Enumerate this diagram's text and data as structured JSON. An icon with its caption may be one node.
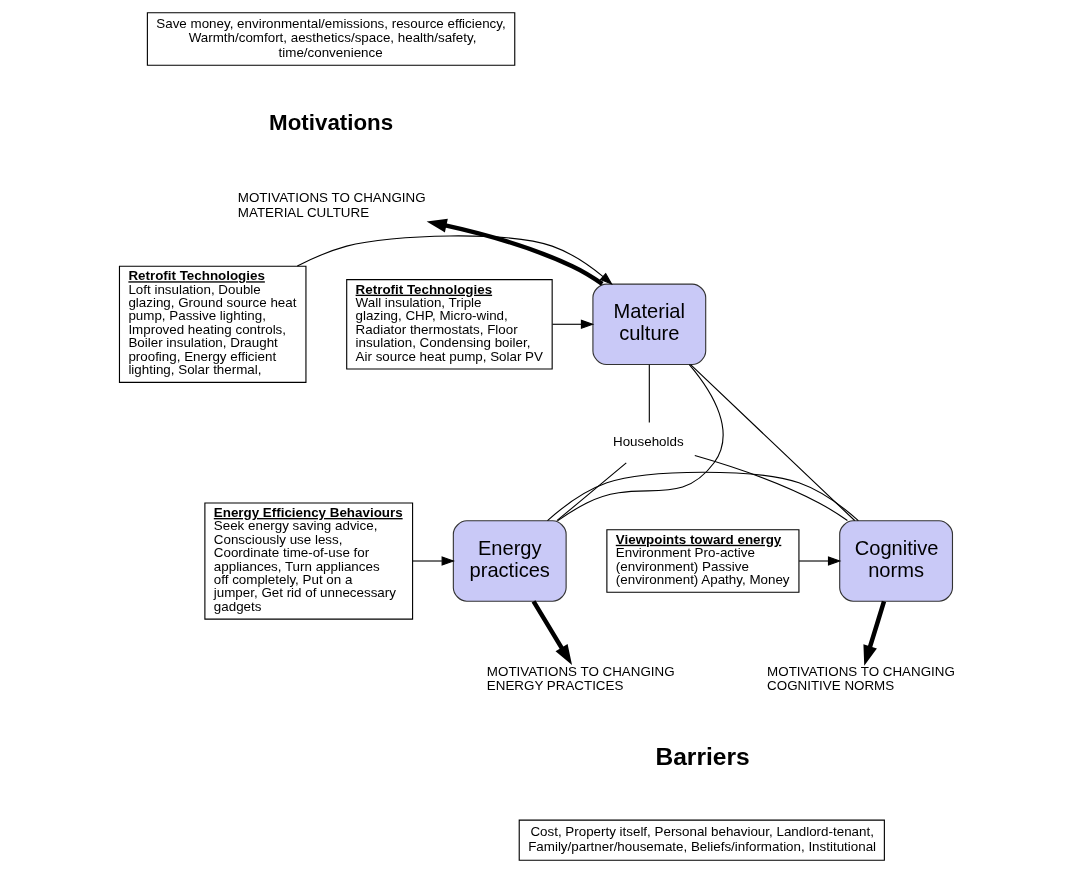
{
  "diagram": {
    "nodes": [
      {
        "text": [
          "Save money, environmental/emissions, resource efficiency, Warmth/comfort, aesthetics/space, health/safety, time/convenience"
        ]
      },
      {
        "text": [
          "Retrofit Technologies",
          "Wall insulation, Triple glazing, CHP, Micro-wind, Radiator thermostats, Floor insulation, Condensing boiler, Air source heat pump, Solar PV"
        ]
      },
      {
        "text": [
          "Retrofit Technologies",
          "Loft insulation, Double glazing, Ground source heat pump, Passive lighting, Improved heating controls, Boiler insulation, Draught proofing, Energy efficient lighting, Solar thermal,"
        ]
      },
      {
        "text": [
          "Material culture"
        ]
      },
      {
        "text": [
          "Households"
        ]
      },
      {
        "text": [
          "Viewpoints toward energy",
          "Environment Pro-active (environment) Passive (environment) Apathy, Money"
        ]
      },
      {
        "text": [
          "Cognitive norms"
        ]
      },
      {
        "text": [
          "Energy practices"
        ]
      },
      {
        "text": [
          "Energy Efficiency Behaviours",
          "Seek energy saving advice, Consciously use less, Coordinate time-of-use for appliances, Turn appliances off completely, Put on a jumper, Get rid of unnecessary gadgets"
        ]
      },
      {
        "text": [
          "MOTIVATIONS TO CHANGING MATERIAL CULTURE"
        ]
      },
      {
        "text": [
          "MOTIVATIONS TO CHANGING COGNITIVE NORMS"
        ]
      },
      {
        "text": [
          "MOTIVATIONS TO CHANGING ENERGY PRACTICES"
        ]
      },
      {
        "text": [
          "Cost, Property itself, Personal behaviour, Landlord-tenant, Family/partner/housemate, Beliefs/information, Institutional"
        ]
      }
    ],
    "edges": [
      {
        "from": 1,
        "to": 3,
        "arrow": "to"
      },
      {
        "from": 2,
        "to": 3,
        "arrow": "to"
      },
      {
        "from": 5,
        "to": 6,
        "arrow": "to"
      },
      {
        "from": 8,
        "to": 7,
        "arrow": "to"
      },
      {
        "from": 3,
        "to": 9,
        "arrow": "to",
        "style": "thick"
      },
      {
        "from": 6,
        "to": 10,
        "arrow": "to",
        "style": "thick"
      },
      {
        "from": 7,
        "to": 11,
        "arrow": "to",
        "style": "thick"
      },
      {
        "from": 3,
        "to": 4,
        "arrow": "none"
      },
      {
        "from": 4,
        "to": 6,
        "arrow": "none"
      },
      {
        "from": 4,
        "to": 7,
        "arrow": "none"
      },
      {
        "from": 3,
        "to": 6,
        "arrow": "none"
      },
      {
        "from": 6,
        "to": 7,
        "arrow": "none"
      },
      {
        "from": 3,
        "to": 7,
        "arrow": "none"
      }
    ],
    "labels": [
      "Motivations",
      "Barriers"
    ]
  }
}
